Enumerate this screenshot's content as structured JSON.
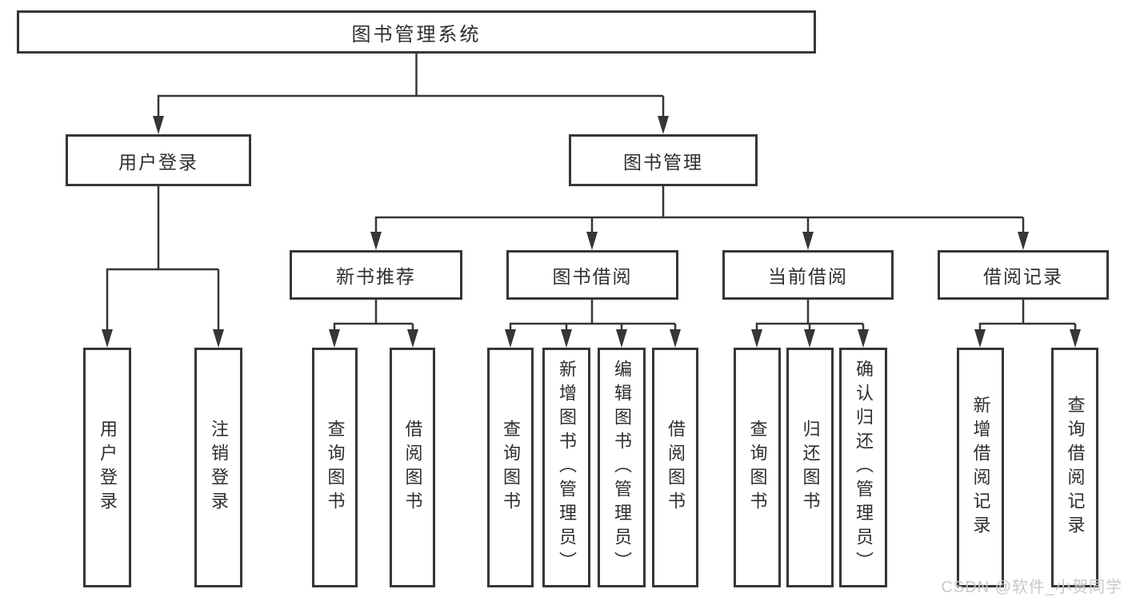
{
  "tree": {
    "root": "图书管理系统",
    "children": [
      {
        "label": "用户登录",
        "children": [
          {
            "label": "用户登录"
          },
          {
            "label": "注销登录"
          }
        ]
      },
      {
        "label": "图书管理",
        "children": [
          {
            "label": "新书推荐",
            "children": [
              {
                "label": "查询图书"
              },
              {
                "label": "借阅图书"
              }
            ]
          },
          {
            "label": "图书借阅",
            "children": [
              {
                "label": "查询图书"
              },
              {
                "label": "新增图书（管理员）"
              },
              {
                "label": "编辑图书（管理员）"
              },
              {
                "label": "借阅图书"
              }
            ]
          },
          {
            "label": "当前借阅",
            "children": [
              {
                "label": "查询图书"
              },
              {
                "label": "归还图书"
              },
              {
                "label": "确认归还（管理员）"
              }
            ]
          },
          {
            "label": "借阅记录",
            "children": [
              {
                "label": "新增借阅记录"
              },
              {
                "label": "查询借阅记录"
              }
            ]
          }
        ]
      }
    ]
  },
  "colors": {
    "line": "#363636",
    "box_border": "#363636",
    "text": "#2e2e2e",
    "watermark": "#c9c9c9",
    "background": "#ffffff"
  },
  "watermark": "CSDN @软件_小贺同学"
}
